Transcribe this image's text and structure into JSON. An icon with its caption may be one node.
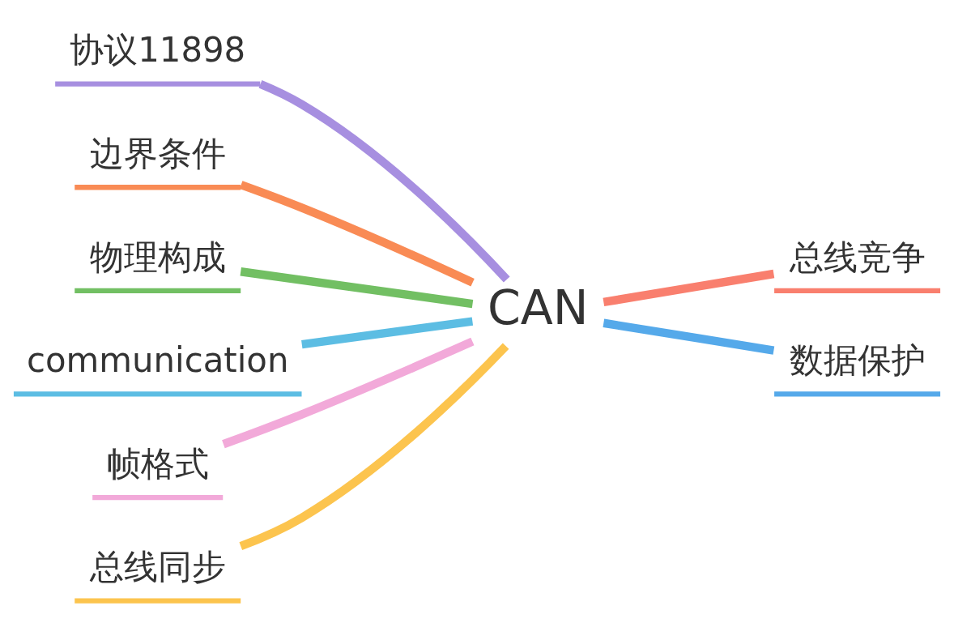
{
  "diagram": {
    "nodes": [
      {
        "text": [
          "CAN"
        ]
      },
      {
        "text": [
          "协议11898"
        ]
      },
      {
        "text": [
          "边界条件"
        ]
      },
      {
        "text": [
          "物理构成"
        ]
      },
      {
        "text": [
          "communication"
        ]
      },
      {
        "text": [
          "帧格式"
        ]
      },
      {
        "text": [
          "总线同步"
        ]
      },
      {
        "text": [
          "总线竞争"
        ]
      },
      {
        "text": [
          "数据保护"
        ]
      }
    ],
    "edges": [
      {
        "from": 1,
        "to": 0,
        "arrow": "none",
        "color": "#a78fe0"
      },
      {
        "from": 2,
        "to": 0,
        "arrow": "none",
        "color": "#f98b55"
      },
      {
        "from": 3,
        "to": 0,
        "arrow": "none",
        "color": "#72bf63"
      },
      {
        "from": 4,
        "to": 0,
        "arrow": "none",
        "color": "#5cbde3"
      },
      {
        "from": 5,
        "to": 0,
        "arrow": "none",
        "color": "#f2a9d9"
      },
      {
        "from": 6,
        "to": 0,
        "arrow": "none",
        "color": "#fcc44e"
      },
      {
        "from": 0,
        "to": 7,
        "arrow": "none",
        "color": "#f97f6e"
      },
      {
        "from": 0,
        "to": 8,
        "arrow": "none",
        "color": "#55a9ea"
      }
    ]
  }
}
